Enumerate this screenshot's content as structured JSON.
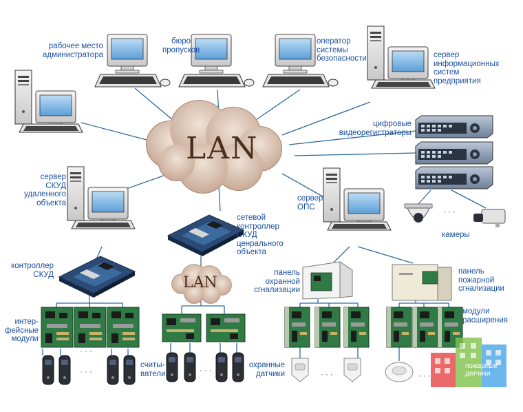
{
  "network": {
    "main_hub": "LAN",
    "secondary_hub": "LAN"
  },
  "labels": {
    "admin_workstation": "рабочее место\nадминистратора",
    "badge_office": "бюро\nпропусков",
    "security_operator": "оператор\nсистемы\nбезопасности",
    "enterprise_server": "сервер\nинформационных\nсистем\nпредприятия",
    "video_recorders": "цифровые\nвидеорегистраторы",
    "cameras": "камеры",
    "remote_acs_server": "сервер\nСКУД\nудаленного\nобъекта",
    "network_controller": "сетевой\nконтроллер\nСКУД\nценрального\nобъекта",
    "fire_security_server": "сервер\nОПС",
    "acs_controller": "контроллер\nСКУД",
    "interface_modules": "интер-\nфейсные\nмодули",
    "readers": "считы-\nватели",
    "intrusion_panel": "панель\nохранной\nсгнализации",
    "fire_panel": "панель\nпожарной\nсгнализации",
    "expansion_modules": "модули\nрасширения",
    "intrusion_sensors": "охранные\nдатчики",
    "fire_sensors": "пожарные\nдатчики"
  },
  "ellipsis": "· · ·",
  "colors": {
    "label": "#1a4fa0",
    "link": "#2c6aa0",
    "cloud_fill": "#d9c3b3",
    "cloud_text": "#4a2e1c",
    "screen": "#8fbde6",
    "pcb": "#2f7a45"
  }
}
